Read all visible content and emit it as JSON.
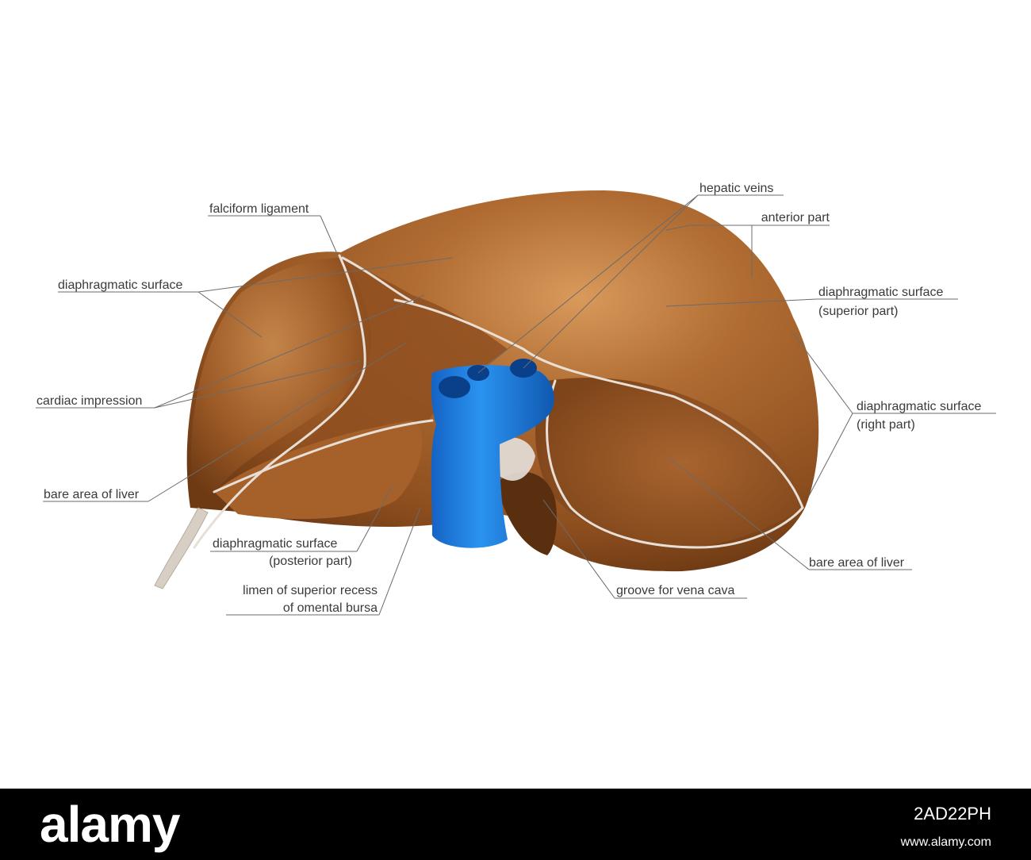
{
  "colors": {
    "liver_base": "#9c5a26",
    "liver_light": "#c98a4e",
    "liver_dark": "#6e3a14",
    "vena_cava": "#1a7fe0",
    "ligament": "#e8dfd6",
    "label_text": "#3a3a3a",
    "footer_bg": "#000000"
  },
  "labels": {
    "falciform_ligament": "falciform ligament",
    "diaphragmatic_surface_left": "diaphragmatic surface",
    "cardiac_impression": "cardiac impression",
    "bare_area_left": "bare area of liver",
    "diaphragmatic_posterior_1": "diaphragmatic surface",
    "diaphragmatic_posterior_2": "(posterior part)",
    "limen_1": "limen of superior recess",
    "limen_2": "of omental bursa",
    "hepatic_veins": "hepatic veins",
    "anterior_part": "anterior part",
    "diaphragmatic_superior_1": "diaphragmatic surface",
    "diaphragmatic_superior_2": "(superior part)",
    "diaphragmatic_right_1": "diaphragmatic surface",
    "diaphragmatic_right_2": "(right part)",
    "bare_area_right": "bare area of liver",
    "groove_vena_cava": "groove for vena cava"
  },
  "footer": {
    "brand": "alamy",
    "image_id": "2AD22PH",
    "url": "www.alamy.com"
  }
}
